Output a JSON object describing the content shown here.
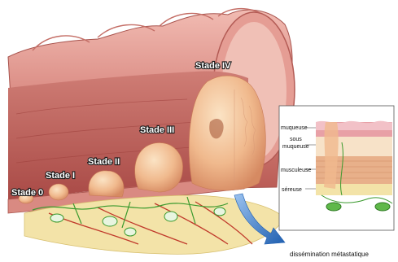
{
  "stages": [
    {
      "id": "stage-0",
      "label": "Stade 0"
    },
    {
      "id": "stage-1",
      "label": "Stade I"
    },
    {
      "id": "stage-2",
      "label": "Stade II"
    },
    {
      "id": "stage-3",
      "label": "Stade III"
    },
    {
      "id": "stage-4",
      "label": "Stade IV"
    }
  ],
  "layers": {
    "muqueuse": "muqueuse",
    "sous_muqueuse_line1": "sous",
    "sous_muqueuse_line2": "muqueuse",
    "musculeuse": "musculeuse",
    "sereuse": "séreuse"
  },
  "metastasis_label": "dissémination métastatique",
  "colors": {
    "colon_wall": "#e8a8a0",
    "colon_inner": "#c9706a",
    "tumor": "#f2c29a",
    "fat": "#f3e3a8",
    "vessels": "#3b9a2e",
    "arrow": "#1f5fb0"
  }
}
